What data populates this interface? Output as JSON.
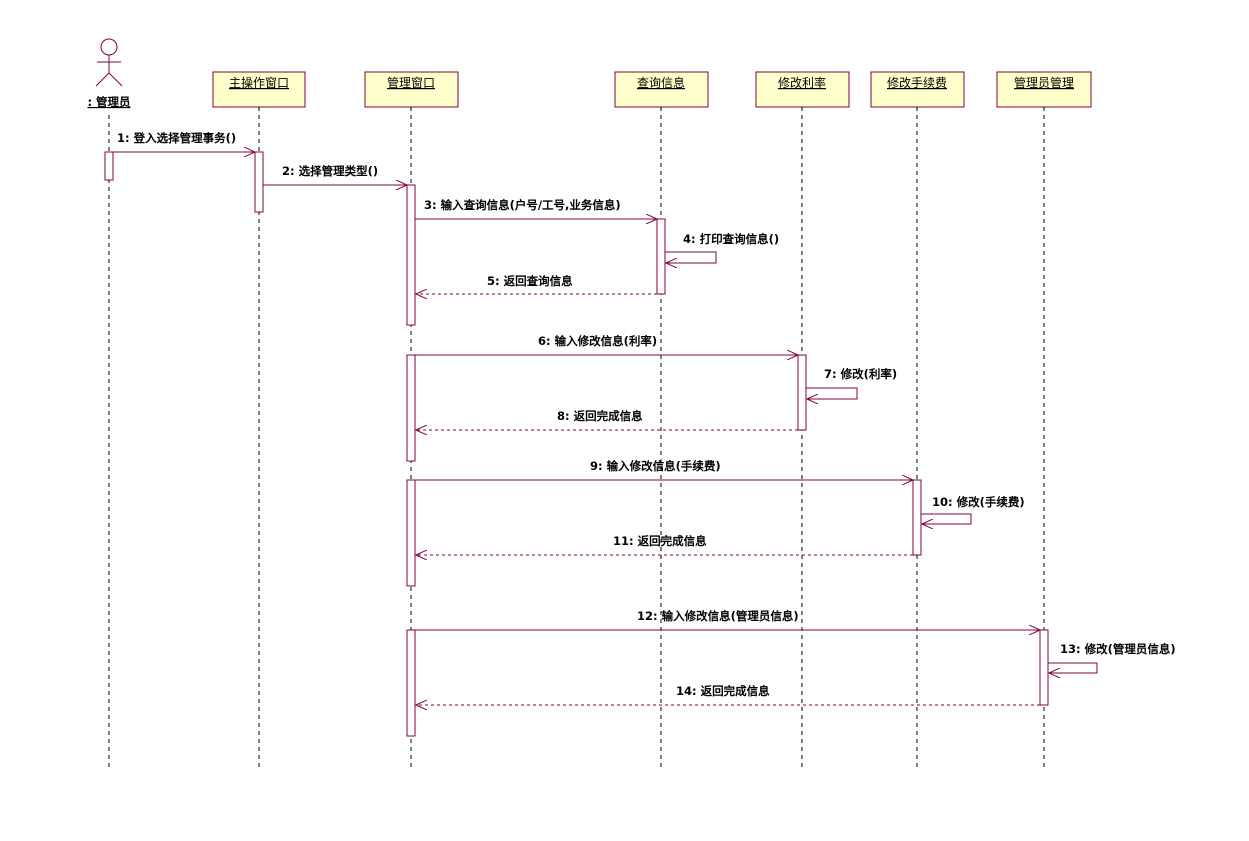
{
  "diagram": {
    "actor": {
      "label": ": 管理员"
    },
    "lifelines": [
      {
        "id": "main",
        "label": "主操作窗口"
      },
      {
        "id": "manage",
        "label": "管理窗口"
      },
      {
        "id": "query",
        "label": "查询信息"
      },
      {
        "id": "rate",
        "label": "修改利率"
      },
      {
        "id": "fee",
        "label": "修改手续费"
      },
      {
        "id": "admin",
        "label": "管理员管理"
      }
    ],
    "messages": [
      {
        "label": "1: 登入选择管理事务()",
        "kind": "call"
      },
      {
        "label": "2: 选择管理类型()",
        "kind": "call"
      },
      {
        "label": "3: 输入查询信息(户号/工号,业务信息)",
        "kind": "call"
      },
      {
        "label": "4: 打印查询信息()",
        "kind": "self"
      },
      {
        "label": "5: 返回查询信息",
        "kind": "return"
      },
      {
        "label": "6: 输入修改信息(利率)",
        "kind": "call"
      },
      {
        "label": "7: 修改(利率)",
        "kind": "self"
      },
      {
        "label": "8: 返回完成信息",
        "kind": "return"
      },
      {
        "label": "9: 输入修改信息(手续费)",
        "kind": "call"
      },
      {
        "label": "10: 修改(手续费)",
        "kind": "self"
      },
      {
        "label": "11: 返回完成信息",
        "kind": "return"
      },
      {
        "label": "12: 输入修改信息(管理员信息)",
        "kind": "call"
      },
      {
        "label": "13: 修改(管理员信息)",
        "kind": "self"
      },
      {
        "label": "14: 返回完成信息",
        "kind": "return"
      }
    ]
  },
  "colors": {
    "line": "#800040",
    "box_fill": "#ffffcc",
    "box_border": "#800040",
    "lifeline": "#000000"
  }
}
